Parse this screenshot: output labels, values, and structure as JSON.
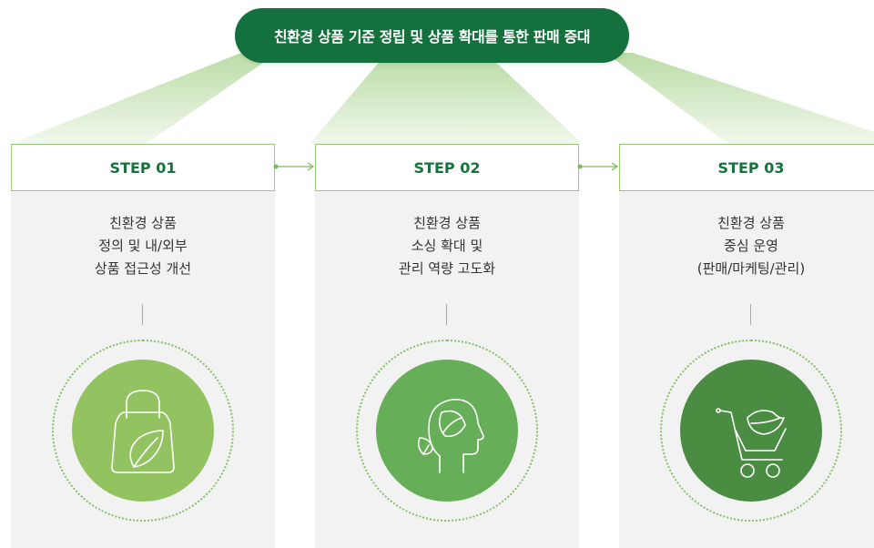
{
  "title": "친환경 상품 기준 정립 및 상품 확대를 통한 판매 증대",
  "steps": [
    {
      "label": "STEP 01",
      "lines": [
        "친환경 상품",
        "정의 및 내/외부",
        "상품 접근성 개선"
      ],
      "icon": "shopping-bag-leaf-icon",
      "color": "#93c260"
    },
    {
      "label": "STEP 02",
      "lines": [
        "친환경 상품",
        "소싱 확대 및",
        "관리 역량 고도화"
      ],
      "icon": "head-leaf-icon",
      "color": "#66ae57"
    },
    {
      "label": "STEP 03",
      "lines": [
        "친환경 상품",
        "중심 운영",
        "(판매/마케팅/관리)"
      ],
      "icon": "cart-leaf-icon",
      "color": "#4a8c42"
    }
  ],
  "colors": {
    "title_bg": "#14703d",
    "step_text": "#17723c",
    "beam": "#8cc56a",
    "column_bg": "#f2f2f2"
  }
}
